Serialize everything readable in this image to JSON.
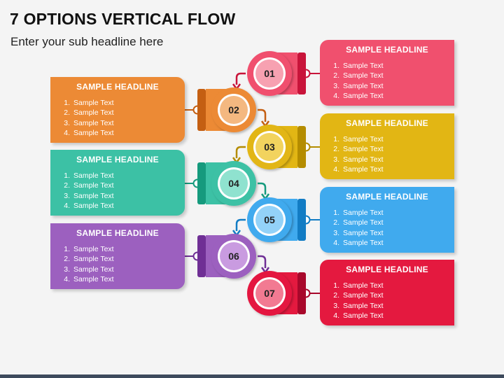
{
  "title": "7 OPTIONS VERTICAL FLOW",
  "subtitle": "Enter your sub headline here",
  "options": [
    {
      "number": "01",
      "headline": "SAMPLE HEADLINE",
      "items": [
        "Sample Text",
        "Sample Text",
        "Sample Text",
        "Sample Text"
      ],
      "color": "#f0506e",
      "dark": "#c8143a",
      "light": "#f7a1b1",
      "side": "right"
    },
    {
      "number": "02",
      "headline": "SAMPLE HEADLINE",
      "items": [
        "Sample Text",
        "Sample Text",
        "Sample Text",
        "Sample Text"
      ],
      "color": "#ec8a35",
      "dark": "#c45f12",
      "light": "#f4b880",
      "side": "left"
    },
    {
      "number": "03",
      "headline": "SAMPLE HEADLINE",
      "items": [
        "Sample Text",
        "Sample Text",
        "Sample Text",
        "Sample Text"
      ],
      "color": "#e2b614",
      "dark": "#b48c00",
      "light": "#f2d35e",
      "side": "right"
    },
    {
      "number": "04",
      "headline": "SAMPLE HEADLINE",
      "items": [
        "Sample Text",
        "Sample Text",
        "Sample Text",
        "Sample Text"
      ],
      "color": "#3cc1a5",
      "dark": "#159a7d",
      "light": "#8fe2cf",
      "side": "left"
    },
    {
      "number": "05",
      "headline": "SAMPLE HEADLINE",
      "items": [
        "Sample Text",
        "Sample Text",
        "Sample Text",
        "Sample Text"
      ],
      "color": "#40aaee",
      "dark": "#127cc4",
      "light": "#93d2f8",
      "side": "right"
    },
    {
      "number": "06",
      "headline": "SAMPLE HEADLINE",
      "items": [
        "Sample Text",
        "Sample Text",
        "Sample Text",
        "Sample Text"
      ],
      "color": "#9c60bf",
      "dark": "#6f2f95",
      "light": "#c99be0",
      "side": "left"
    },
    {
      "number": "07",
      "headline": "SAMPLE HEADLINE",
      "items": [
        "Sample Text",
        "Sample Text",
        "Sample Text",
        "Sample Text"
      ],
      "color": "#e4193f",
      "dark": "#a8082b",
      "light": "#f27a92",
      "side": "right"
    }
  ]
}
